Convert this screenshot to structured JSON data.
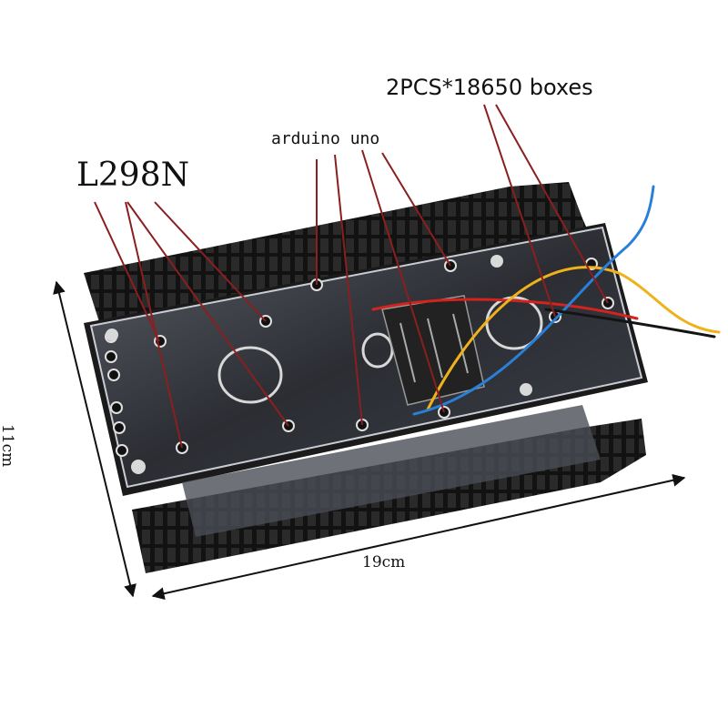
{
  "labels": {
    "l298n": "L298N",
    "arduino": "arduino uno",
    "battery_boxes": "2PCS*18650 boxes",
    "width": "19cm",
    "height": "11cm"
  },
  "colors": {
    "chassis": "#1b1b1b",
    "plate": "#2e2f33",
    "pointer_line": "#8a1f1f",
    "wire_red": "#d2231e",
    "wire_yellow": "#f0b21c",
    "wire_blue": "#2a7fd6",
    "wire_black": "#141414"
  }
}
